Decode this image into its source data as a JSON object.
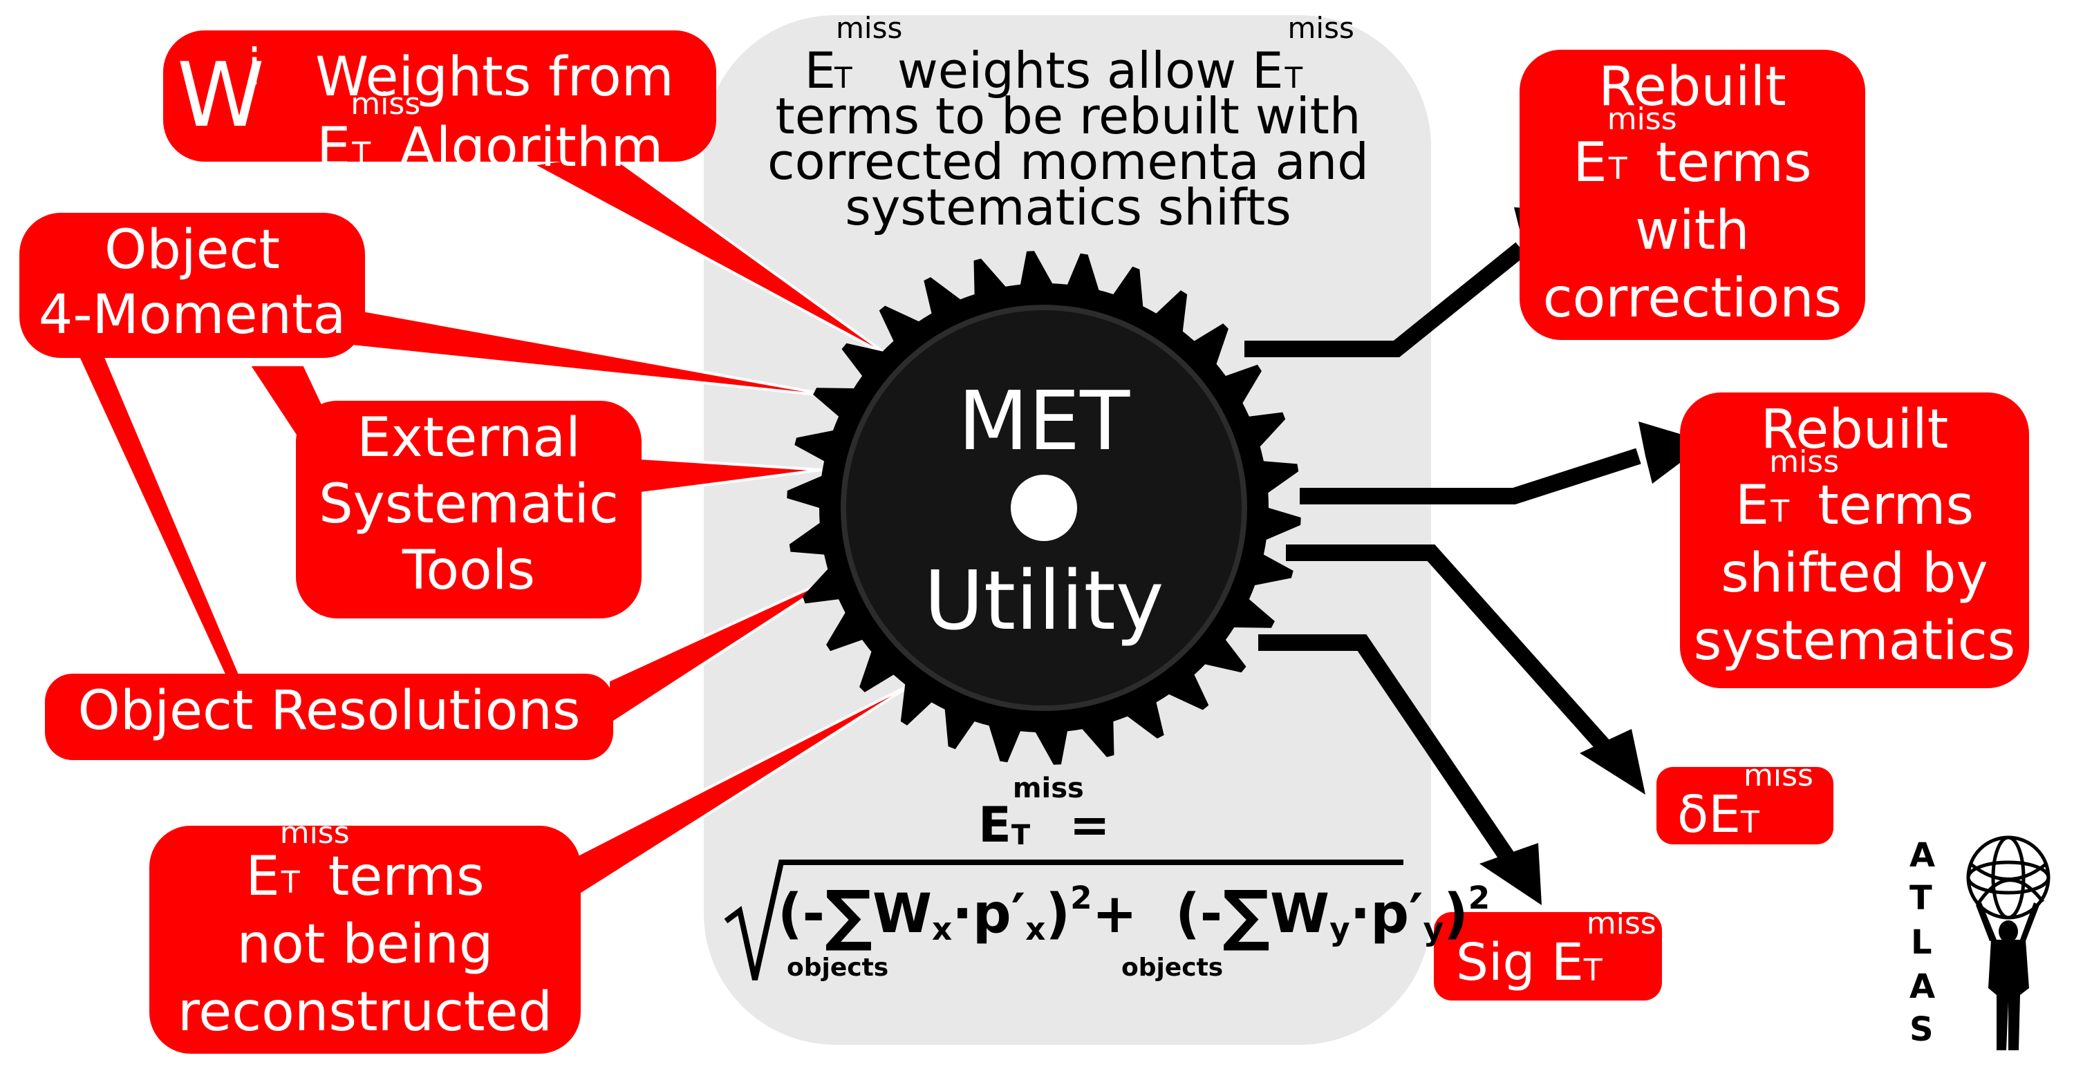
{
  "center_note": {
    "part1": "E",
    "sup1": "miss",
    "sub1": "T",
    "part2": " weights allow E",
    "sup2": "miss",
    "sub2": "T",
    "line2": "terms to be rebuilt with",
    "line3": "corrected momenta and",
    "line4": "systematics shifts"
  },
  "gear": {
    "line1": "MET",
    "line2": "Utility"
  },
  "inputs": {
    "weights": {
      "symbol": "W",
      "symbol_sup": "i",
      "line1": "Weights from",
      "e": "E",
      "sup": "miss",
      "sub": "T",
      "line2": "Algorithm"
    },
    "momenta": {
      "line1": "Object",
      "line2": "4-Momenta"
    },
    "systematic": {
      "line1": "External",
      "line2": "Systematic",
      "line3": "Tools"
    },
    "resolutions": {
      "line1": "Object Resolutions"
    },
    "not_reco": {
      "e": "E",
      "sup": "miss",
      "sub": "T",
      "line1": "terms",
      "line2": "not being",
      "line3": "reconstructed"
    }
  },
  "outputs": {
    "rebuilt": {
      "line1": "Rebuilt",
      "e": "E",
      "sup": "miss",
      "sub": "T",
      "line2": "terms",
      "line3": "with",
      "line4": "corrections"
    },
    "shifted": {
      "line1": "Rebuilt",
      "e": "E",
      "sup": "miss",
      "sub": "T",
      "line2": "terms",
      "line3": "shifted by",
      "line4": "systematics"
    },
    "delta": {
      "prefix": "δE",
      "sup": "miss",
      "sub": "T"
    },
    "sig": {
      "prefix": "Sig E",
      "sup": "miss",
      "sub": "T"
    }
  },
  "formula": {
    "lhs": "E",
    "lhs_sup": "miss",
    "lhs_sub": "T",
    "eq": "=",
    "open1": "(-",
    "sum": "∑",
    "w1": "W",
    "w1_sub": "x",
    "dot": "·",
    "p1": "p",
    "p1_prime": "′",
    "p1_sub": "x",
    "close1": ")",
    "sq1": "2",
    "plus": "+",
    "open2": "(-",
    "w2": "W",
    "w2_sub": "y",
    "p2": "p",
    "p2_prime": "′",
    "p2_sub": "y",
    "close2": ")",
    "sq2": "2",
    "under1": "objects",
    "under2": "objects"
  },
  "logo": {
    "letters": [
      "A",
      "T",
      "L",
      "A",
      "S"
    ]
  },
  "colors": {
    "accent": "#ff0000",
    "panel": "#e8e8e8",
    "gear": "#000000"
  }
}
